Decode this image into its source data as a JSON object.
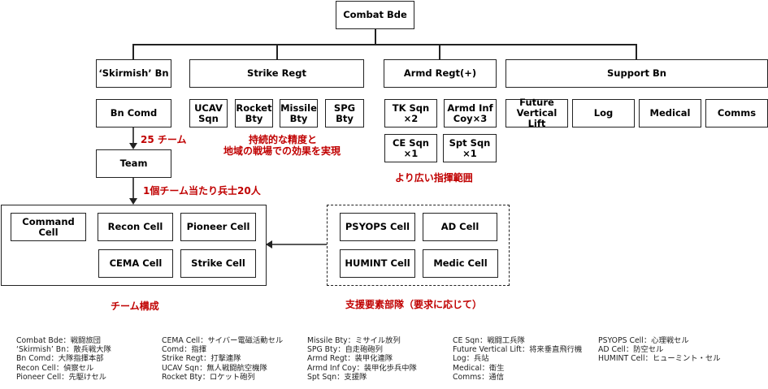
{
  "top": {
    "label": "Combat Bde"
  },
  "units": {
    "skirmish": "‘Skirmish’ Bn",
    "strike": "Strike Regt",
    "armd": "Armd Regt(+)",
    "support": "Support Bn"
  },
  "skirmish_sub": {
    "bn_comd": "Bn Comd",
    "team": "Team",
    "note_teams": "25 チーム",
    "note_soldiers": "1個チーム当たり兵士20人"
  },
  "strike_sub": {
    "items": [
      "UCAV\nSqn",
      "Rocket\nBty",
      "Missile\nBty",
      "SPG\nBty"
    ],
    "note_line1": "持続的な精度と",
    "note_line2": "地域の戦場での効果を実現"
  },
  "armd_sub": {
    "items": [
      "TK Sqn\n×2",
      "Armd Inf\nCoy×3",
      "CE Sqn\n×1",
      "Spt Sqn\n×1"
    ],
    "note": "より広い指揮範囲"
  },
  "support_sub": {
    "items": [
      "Future\nVertical Lift",
      "Log",
      "Medical",
      "Comms"
    ]
  },
  "team_composition": {
    "cells": [
      "Command Cell",
      "Recon Cell",
      "Pioneer Cell",
      "CEMA Cell",
      "Strike Cell"
    ],
    "caption": "チーム構成"
  },
  "support_elements": {
    "cells": [
      "PSYOPS Cell",
      "AD Cell",
      "HUMINT Cell",
      "Medic Cell"
    ],
    "caption": "支援要素部隊（要求に応じて）"
  },
  "legend": {
    "col1": [
      "Combat Bde：戦闘旅団",
      "‘Skirmish’ Bn：散兵戦大隊",
      "Bn Comd：大隊指揮本部",
      "Recon Cell：偵察セル",
      "Pioneer Cell：先駆けセル"
    ],
    "col2": [
      "CEMA Cell：サイバー電磁活動セル",
      "Comd：指揮",
      "Strike Regt：打撃連隊",
      "UCAV Sqn：無人戦闘航空機隊",
      "Rocket Bty：ロケット砲列"
    ],
    "col3": [
      "Missile Bty：ミサイル放列",
      "SPG Bty：自走砲砲列",
      "Armd Regt：装甲化連隊",
      "Armd Inf Coy：装甲化歩兵中隊",
      "Spt Sqn：支援隊"
    ],
    "col4": [
      "CE Sqn：戦闘工兵隊",
      "Future Vertical Lift：将来垂直飛行機",
      "Log：兵站",
      "Medical：衛生",
      "Comms：通信"
    ],
    "col5": [
      "PSYOPS Cell：心理戦セル",
      "AD Cell：防空セル",
      "HUMINT Cell：ヒューミント・セル"
    ]
  },
  "colors": {
    "note_red": "#c00000",
    "line": "#222222"
  }
}
